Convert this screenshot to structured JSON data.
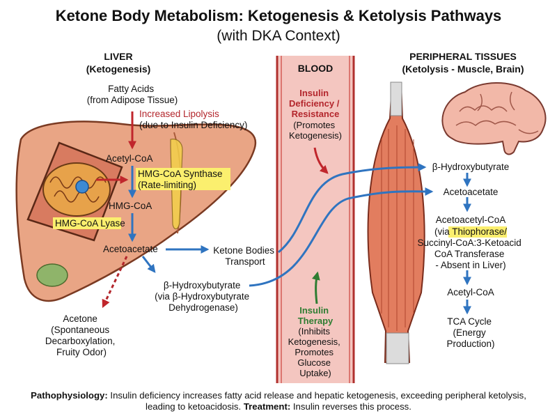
{
  "title": {
    "line1": "Ketone Body Metabolism: Ketogenesis & Ketolysis Pathways",
    "line2": "(with DKA Context)"
  },
  "liver": {
    "header": "LIVER",
    "subheader": "(Ketogenesis)",
    "fatty_acids": [
      "Fatty Acids",
      "(from Adipose Tissue)"
    ],
    "lipolysis": [
      "Increased Lipolysis",
      "(due to Insulin Deficiency)"
    ],
    "acetyl_coa": "Acetyl-CoA",
    "hmg_synthase": [
      "HMG-CoA Synthase",
      "(Rate-limiting)"
    ],
    "hmg_coa": "HMG-CoA",
    "hmg_lyase": "HMG-CoA Lyase",
    "acetoacetate": "Acetoacetate",
    "bhb": [
      "β-Hydroxybutyrate",
      "(via β-Hydroxybutyrate",
      "Dehydrogenase)"
    ],
    "acetone": [
      "Acetone",
      "(Spontaneous",
      "Decarboxylation,",
      "Fruity Odor)"
    ],
    "transport": [
      "Ketone Bodies",
      "Transport"
    ]
  },
  "blood": {
    "header": "BLOOD",
    "insulin_deficiency": [
      "Insulin",
      "Deficiency /",
      "Resistance"
    ],
    "promotes": [
      "(Promotes",
      "Ketogenesis)"
    ],
    "insulin_therapy": [
      "Insulin",
      "Therapy"
    ],
    "therapy_effects": [
      "(Inhibits",
      "Ketogenesis,",
      "Promotes",
      "Glucose",
      "Uptake)"
    ]
  },
  "peripheral": {
    "header": "PERIPHERAL TISSUES",
    "subheader": "(Ketolysis - Muscle, Brain)",
    "bhb": "β-Hydroxybutyrate",
    "acetoacetate": "Acetoacetate",
    "acetoacetyl": "Acetoacetyl-CoA",
    "via_prefix": "(via ",
    "thiophorase": "Thiophorase/",
    "enzyme_rest": [
      "Succinyl-CoA:3-Ketoacid",
      "CoA Transferase",
      "- Absent in Liver)"
    ],
    "acetyl_coa": "Acetyl-CoA",
    "tca": [
      "TCA Cycle",
      "(Energy",
      "Production)"
    ]
  },
  "footer": {
    "patho_label": "Pathophysiology:",
    "patho_text": " Insulin deficiency increases fatty acid release and hepatic ketogenesis, exceeding peripheral ketolysis, leading to ketoacidosis. ",
    "treat_label": "Treatment:",
    "treat_text": " Insulin reverses this process."
  },
  "colors": {
    "arrow_blue": "#2f74c0",
    "arrow_red": "#c0262c",
    "arrow_green": "#2f7d32",
    "highlight": "#fbef6e",
    "liver": "#e9a585",
    "blood_band": "#f4c6c0",
    "muscle": "#e27d5f",
    "brain": "#f2b8a8"
  }
}
